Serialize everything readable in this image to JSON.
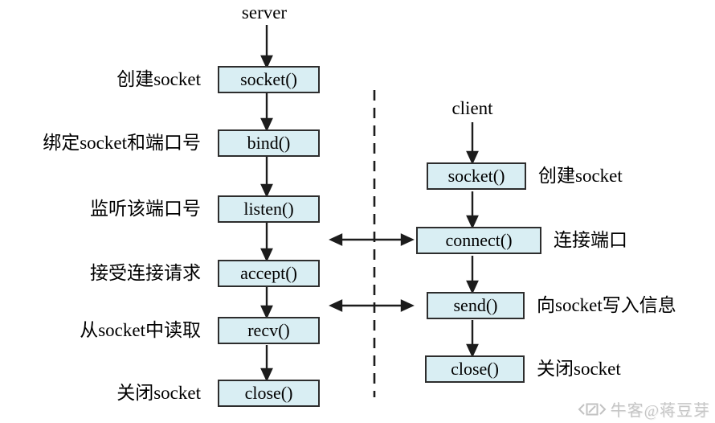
{
  "colors": {
    "box_fill": "#d9eef3",
    "box_border": "#2d2d2d",
    "line": "#1c1c1c",
    "watermark": "#c6c6c6"
  },
  "server": {
    "title": "server",
    "steps": [
      {
        "func": "socket()",
        "desc": "创建socket"
      },
      {
        "func": "bind()",
        "desc": "绑定socket和端口号"
      },
      {
        "func": "listen()",
        "desc": "监听该端口号"
      },
      {
        "func": "accept()",
        "desc": "接受连接请求"
      },
      {
        "func": "recv()",
        "desc": "从socket中读取"
      },
      {
        "func": "close()",
        "desc": "关闭socket"
      }
    ]
  },
  "client": {
    "title": "client",
    "steps": [
      {
        "func": "socket()",
        "desc": "创建socket"
      },
      {
        "func": "connect()",
        "desc": "连接端口"
      },
      {
        "func": "send()",
        "desc": "向socket写入信息"
      },
      {
        "func": "close()",
        "desc": "关闭socket"
      }
    ]
  },
  "watermark": {
    "text": "牛客@蒋豆芽"
  }
}
